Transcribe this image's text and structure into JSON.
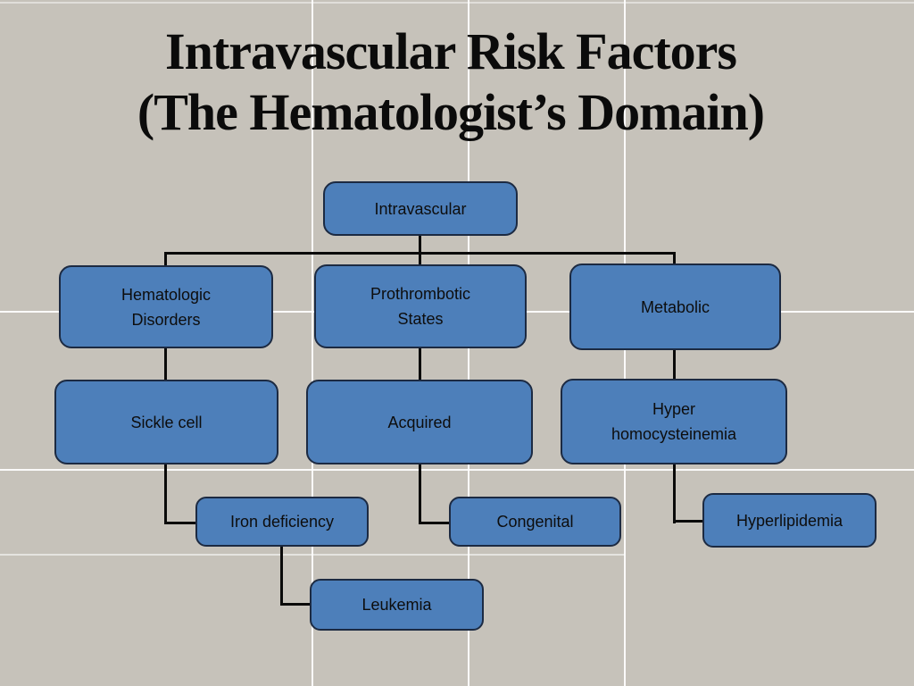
{
  "title": {
    "line1": "Intravascular Risk Factors",
    "line2": "(The Hematologist’s Domain)"
  },
  "colors": {
    "background": "#c6c2ba",
    "gridline": "#ffffff",
    "node_fill": "#4d7fba",
    "node_border": "#1c2a42",
    "connector": "#0a0a0a",
    "title_text": "#0b0b0b",
    "node_text": "#0d0d0d"
  },
  "diagram": {
    "type": "hierarchy",
    "nodes": {
      "intravascular": {
        "label": "Intravascular",
        "parent": null
      },
      "hematologic": {
        "label": "Hematologic\nDisorders",
        "parent": "intravascular"
      },
      "prothrombotic": {
        "label": "Prothrombotic\nStates",
        "parent": "intravascular"
      },
      "metabolic": {
        "label": "Metabolic",
        "parent": "intravascular"
      },
      "sickle_cell": {
        "label": "Sickle cell",
        "parent": "hematologic"
      },
      "acquired": {
        "label": "Acquired",
        "parent": "prothrombotic"
      },
      "hyperhomocysteinemia": {
        "label": "Hyper\nhomocysteinemia",
        "parent": "metabolic"
      },
      "iron_deficiency": {
        "label": "Iron deficiency",
        "parent": "sickle_cell"
      },
      "congenital": {
        "label": "Congenital",
        "parent": "acquired"
      },
      "hyperlipidemia": {
        "label": "Hyperlipidemia",
        "parent": "hyperhomocysteinemia"
      },
      "leukemia": {
        "label": "Leukemia",
        "parent": "iron_deficiency"
      }
    }
  }
}
